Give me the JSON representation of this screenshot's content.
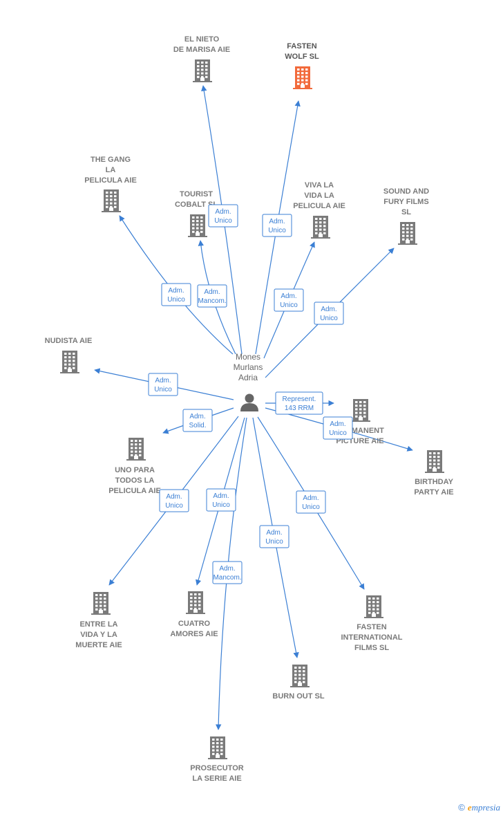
{
  "person": {
    "label_lines": [
      "Mones",
      "Murlans",
      "Adria"
    ]
  },
  "colors": {
    "edge": "#3b7fd4",
    "building": "#7a7a7a",
    "building_primary": "#f26a3b"
  },
  "companies": [
    {
      "id": "el-nieto",
      "label_lines": [
        "EL NIETO",
        "DE MARISA  AIE"
      ],
      "primary": false
    },
    {
      "id": "fasten-wolf",
      "label_lines": [
        "FASTEN",
        "WOLF  SL"
      ],
      "primary": true
    },
    {
      "id": "the-gang",
      "label_lines": [
        "THE GANG",
        "LA",
        "PELICULA  AIE"
      ],
      "primary": false
    },
    {
      "id": "tourist-cobalt",
      "label_lines": [
        "TOURIST",
        "COBALT  SL"
      ],
      "primary": false
    },
    {
      "id": "viva-la-vida",
      "label_lines": [
        "VIVA LA",
        "VIDA LA",
        "PELICULA  AIE"
      ],
      "primary": false
    },
    {
      "id": "sound-and-fury",
      "label_lines": [
        "SOUND AND",
        "FURY FILMS",
        "SL"
      ],
      "primary": false
    },
    {
      "id": "nudista",
      "label_lines": [
        "NUDISTA  AIE"
      ],
      "primary": false
    },
    {
      "id": "permanent-picture",
      "label_lines": [
        "PERMANENT",
        "PICTURE  AIE"
      ],
      "primary": false
    },
    {
      "id": "uno-para-todos",
      "label_lines": [
        "UNO PARA",
        "TODOS LA",
        "PELICULA  AIE"
      ],
      "primary": false
    },
    {
      "id": "birthday-party",
      "label_lines": [
        "BIRTHDAY",
        "PARTY  AIE"
      ],
      "primary": false
    },
    {
      "id": "entre-la-vida",
      "label_lines": [
        "ENTRE LA",
        "VIDA Y LA",
        "MUERTE  AIE"
      ],
      "primary": false
    },
    {
      "id": "cuatro-amores",
      "label_lines": [
        "CUATRO",
        "AMORES  AIE"
      ],
      "primary": false
    },
    {
      "id": "fasten-international",
      "label_lines": [
        "FASTEN",
        "INTERNATIONAL",
        "FILMS  SL"
      ],
      "primary": false
    },
    {
      "id": "burn-out",
      "label_lines": [
        "BURN OUT  SL"
      ],
      "primary": false
    },
    {
      "id": "prosecutor",
      "label_lines": [
        "PROSECUTOR",
        "LA SERIE AIE"
      ],
      "primary": false
    }
  ],
  "relations": [
    {
      "target": "el-nieto",
      "role_lines": [
        "Adm.",
        "Unico"
      ]
    },
    {
      "target": "fasten-wolf",
      "role_lines": [
        "Adm.",
        "Unico"
      ]
    },
    {
      "target": "the-gang",
      "role_lines": [
        "Adm.",
        "Unico"
      ]
    },
    {
      "target": "tourist-cobalt",
      "role_lines": [
        "Adm.",
        "Mancom."
      ]
    },
    {
      "target": "viva-la-vida",
      "role_lines": [
        "Adm.",
        "Unico"
      ]
    },
    {
      "target": "sound-and-fury",
      "role_lines": [
        "Adm.",
        "Unico"
      ]
    },
    {
      "target": "nudista",
      "role_lines": [
        "Adm.",
        "Unico"
      ]
    },
    {
      "target": "permanent-picture",
      "role_lines": [
        "Represent.",
        "143 RRM"
      ]
    },
    {
      "target": "uno-para-todos",
      "role_lines": [
        "Adm.",
        "Solid."
      ]
    },
    {
      "target": "birthday-party",
      "role_lines": [
        "Adm.",
        "Unico"
      ]
    },
    {
      "target": "entre-la-vida",
      "role_lines": [
        "Adm.",
        "Unico"
      ]
    },
    {
      "target": "cuatro-amores",
      "role_lines": [
        "Adm.",
        "Unico"
      ]
    },
    {
      "target": "fasten-international",
      "role_lines": [
        "Adm.",
        "Unico"
      ]
    },
    {
      "target": "burn-out",
      "role_lines": [
        "Adm.",
        "Unico"
      ]
    },
    {
      "target": "prosecutor",
      "role_lines": [
        "Adm.",
        "Mancom."
      ]
    }
  ],
  "brand": {
    "copyright": "©",
    "name_first": "e",
    "name_rest": "mpresia"
  }
}
